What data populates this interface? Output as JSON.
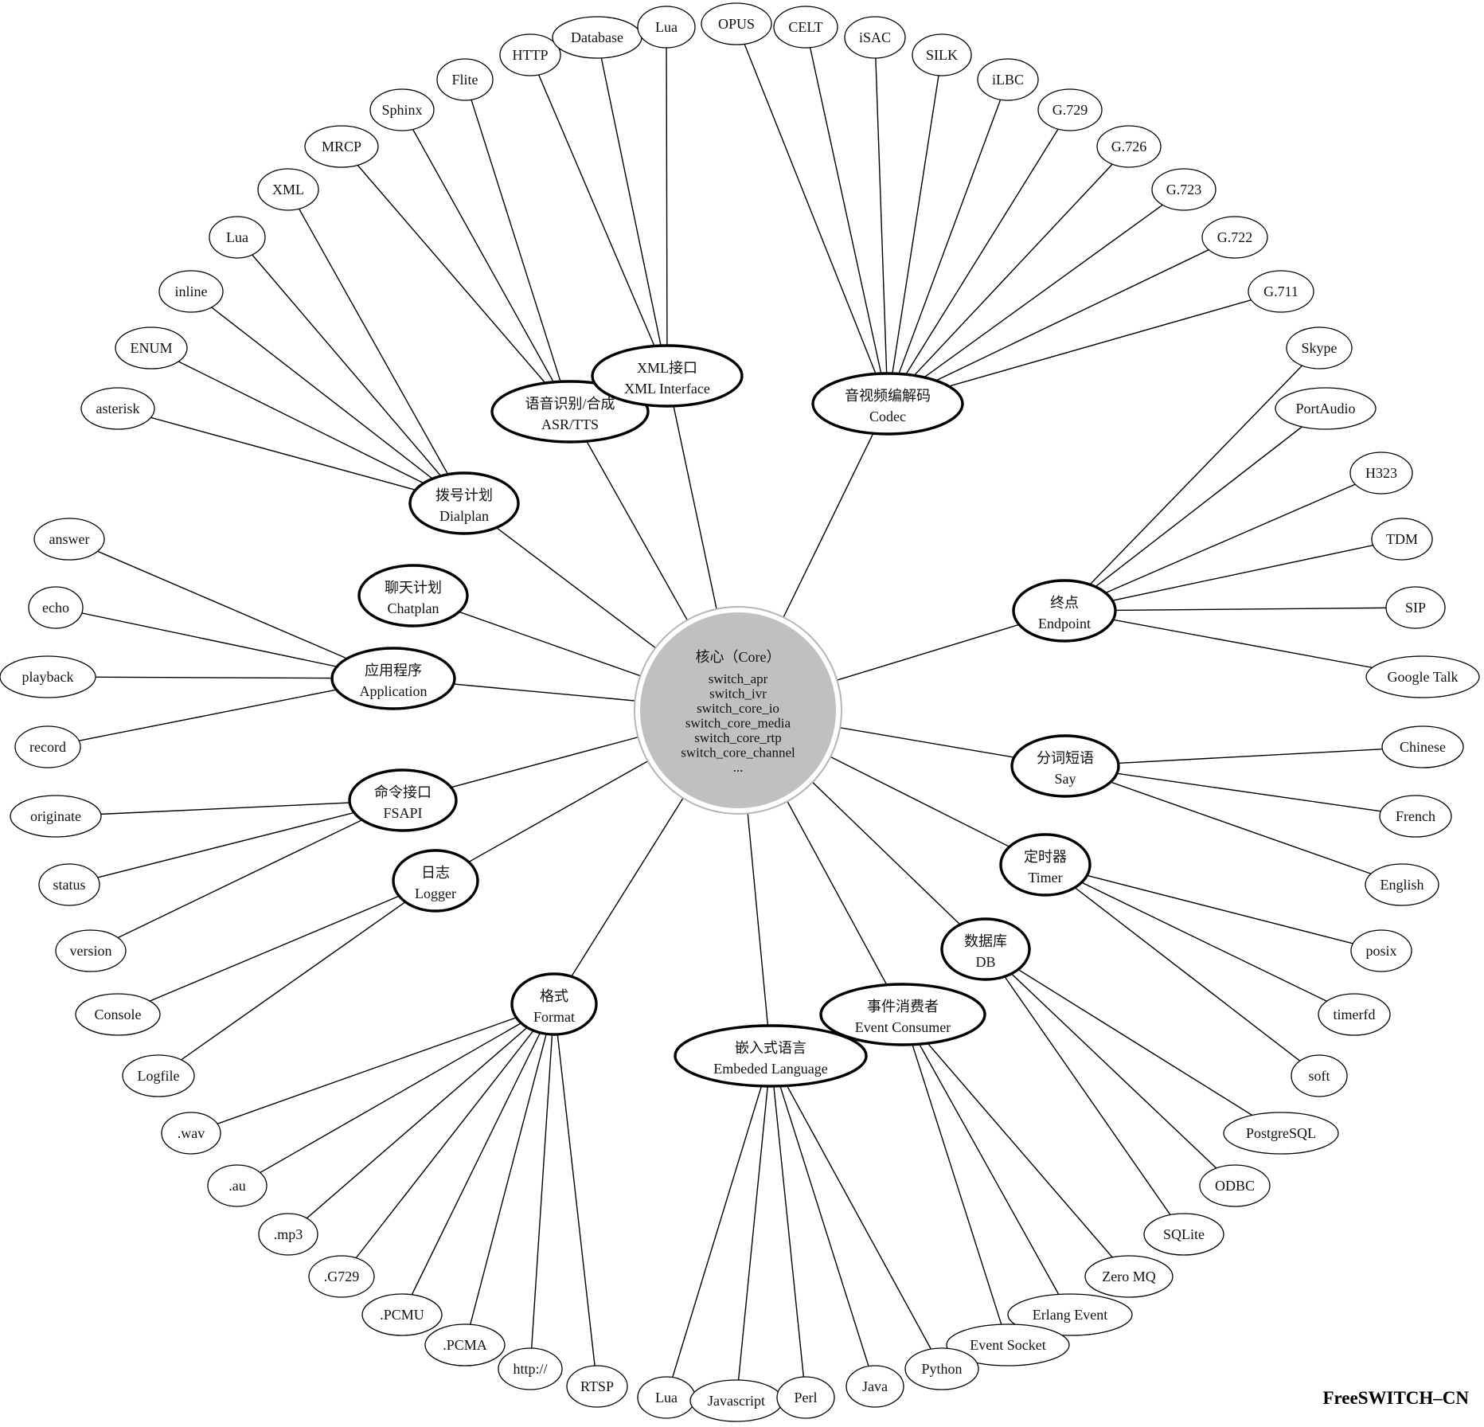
{
  "core": {
    "title": "核心（Core）",
    "lines": [
      "switch_apr",
      "switch_ivr",
      "switch_core_io",
      "switch_core_media",
      "switch_core_rtp",
      "switch_core_channel",
      "..."
    ]
  },
  "hubs": [
    {
      "id": "dialplan",
      "zh": "拨号计划",
      "en": "Dialplan",
      "leaves": [
        "asterisk",
        "ENUM",
        "inline",
        "Lua",
        "XML"
      ]
    },
    {
      "id": "asr",
      "zh": "语音识别/合成",
      "en": "ASR/TTS",
      "leaves": [
        "MRCP",
        "Sphinx",
        "Flite"
      ]
    },
    {
      "id": "xml",
      "zh": "XML接口",
      "en": "XML Interface",
      "leaves": [
        "HTTP",
        "Database",
        "Lua"
      ]
    },
    {
      "id": "codec",
      "zh": "音视频编解码",
      "en": "Codec",
      "leaves": [
        "OPUS",
        "CELT",
        "iSAC",
        "SILK",
        "iLBC",
        "G.729",
        "G.726",
        "G.723",
        "G.722",
        "G.711"
      ]
    },
    {
      "id": "endpoint",
      "zh": "终点",
      "en": "Endpoint",
      "leaves": [
        "Skype",
        "PortAudio",
        "H323",
        "TDM",
        "SIP",
        "Google Talk"
      ]
    },
    {
      "id": "say",
      "zh": "分词短语",
      "en": "Say",
      "leaves": [
        "Chinese",
        "French",
        "English"
      ]
    },
    {
      "id": "timer",
      "zh": "定时器",
      "en": "Timer",
      "leaves": [
        "posix",
        "timerfd",
        "soft"
      ]
    },
    {
      "id": "db",
      "zh": "数据库",
      "en": "DB",
      "leaves": [
        "PostgreSQL",
        "ODBC",
        "SQLite"
      ]
    },
    {
      "id": "event",
      "zh": "事件消费者",
      "en": "Event Consumer",
      "leaves": [
        "Zero MQ",
        "Erlang Event",
        "Event Socket"
      ]
    },
    {
      "id": "embed",
      "zh": "嵌入式语言",
      "en": "Embeded Language",
      "leaves": [
        "Lua",
        "Javascript",
        "Perl",
        "Java",
        "Python"
      ]
    },
    {
      "id": "format",
      "zh": "格式",
      "en": "Format",
      "leaves": [
        ".wav",
        ".au",
        ".mp3",
        ".G729",
        ".PCMU",
        ".PCMA",
        "http://",
        "RTSP"
      ]
    },
    {
      "id": "logger",
      "zh": "日志",
      "en": "Logger",
      "leaves": [
        "Console",
        "Logfile"
      ]
    },
    {
      "id": "fsapi",
      "zh": "命令接口",
      "en": "FSAPI",
      "leaves": [
        "originate",
        "status",
        "version"
      ]
    },
    {
      "id": "application",
      "zh": "应用程序",
      "en": "Application",
      "leaves": [
        "answer",
        "echo",
        "playback",
        "record"
      ]
    },
    {
      "id": "chatplan",
      "zh": "聊天计划",
      "en": "Chatplan",
      "leaves": []
    }
  ],
  "brand": "FreeSWITCH–CN"
}
